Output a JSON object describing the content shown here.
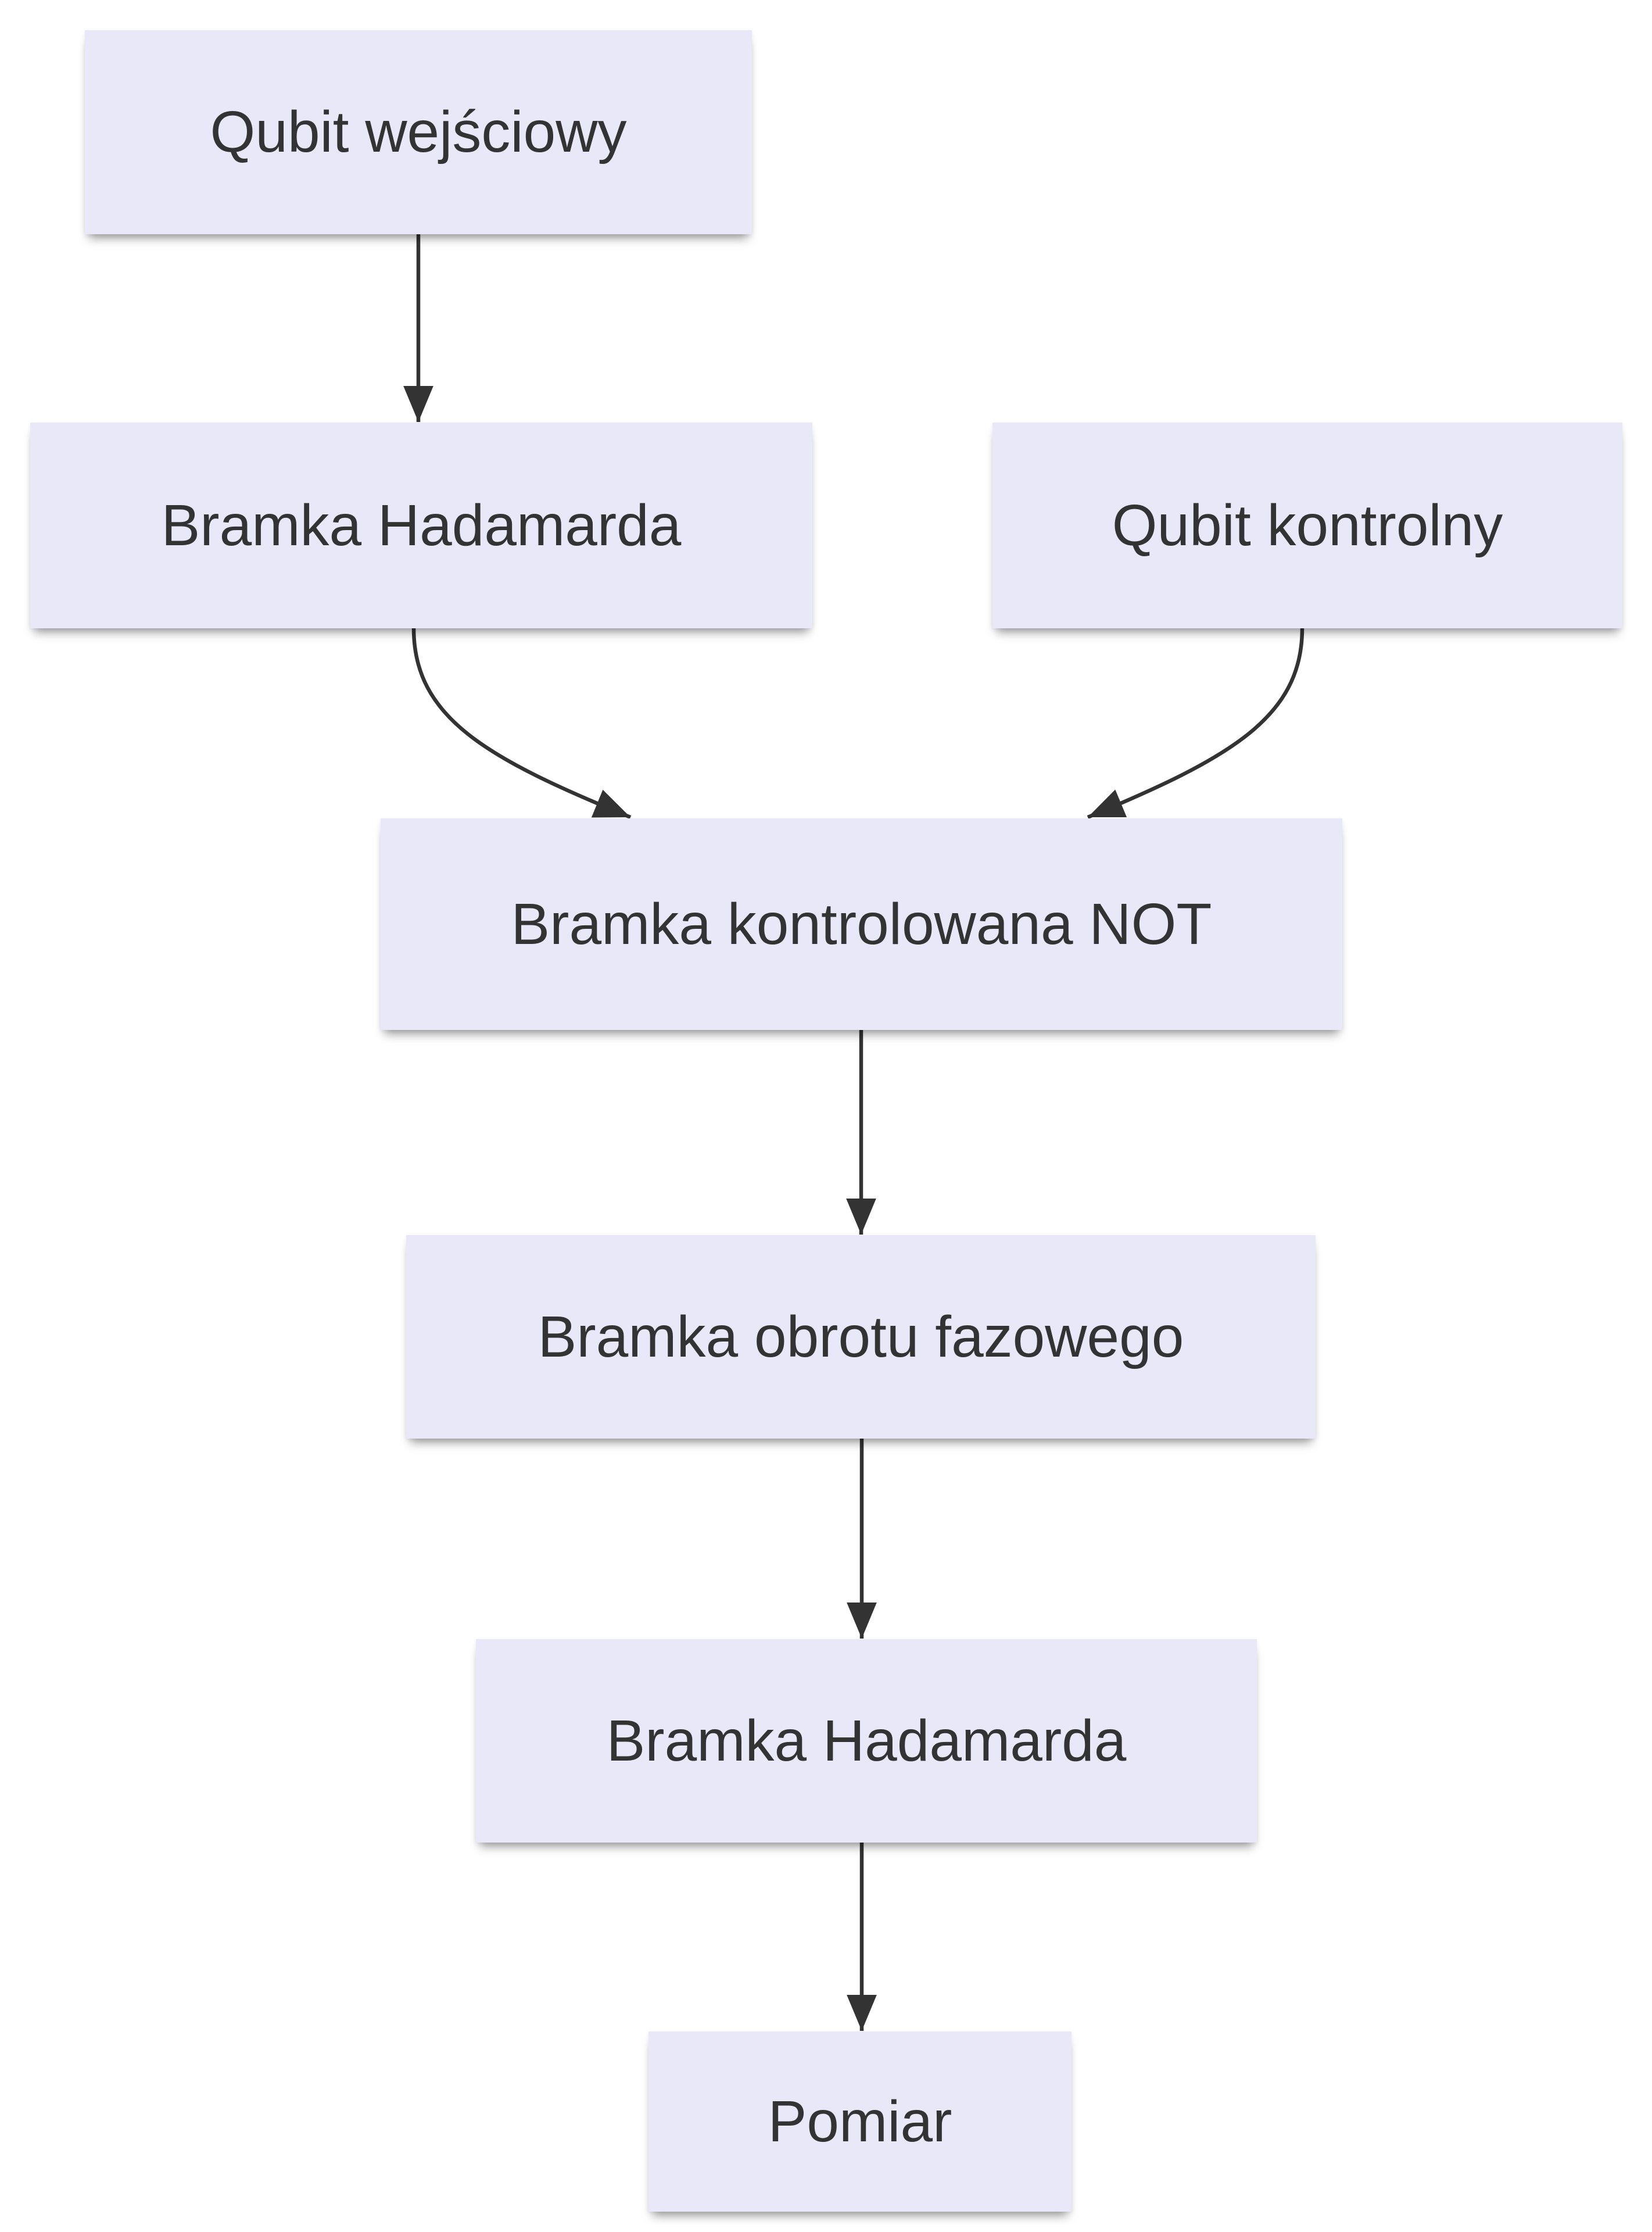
{
  "diagram": {
    "type": "flowchart",
    "direction": "top-to-bottom",
    "background_color": "#ffffff",
    "node_fill_color": "#e9e8f8",
    "node_text_color": "#333333",
    "arrow_color": "#333333",
    "nodes": [
      {
        "id": "input",
        "label": "Qubit wejściowy"
      },
      {
        "id": "hadamard1",
        "label": "Bramka Hadamarda"
      },
      {
        "id": "control",
        "label": "Qubit kontrolny"
      },
      {
        "id": "cnot",
        "label": "Bramka kontrolowana NOT"
      },
      {
        "id": "phase",
        "label": "Bramka obrotu fazowego"
      },
      {
        "id": "hadamard2",
        "label": "Bramka Hadamarda"
      },
      {
        "id": "measure",
        "label": "Pomiar"
      }
    ],
    "edges": [
      {
        "from": "input",
        "to": "cnot-chain",
        "label": ""
      },
      {
        "from": "hadamard1",
        "to": "cnot",
        "label": ""
      },
      {
        "from": "control",
        "to": "cnot",
        "label": ""
      },
      {
        "from": "cnot",
        "to": "phase",
        "label": ""
      },
      {
        "from": "phase",
        "to": "hadamard2",
        "label": ""
      },
      {
        "from": "hadamard2",
        "to": "measure",
        "label": ""
      }
    ]
  }
}
